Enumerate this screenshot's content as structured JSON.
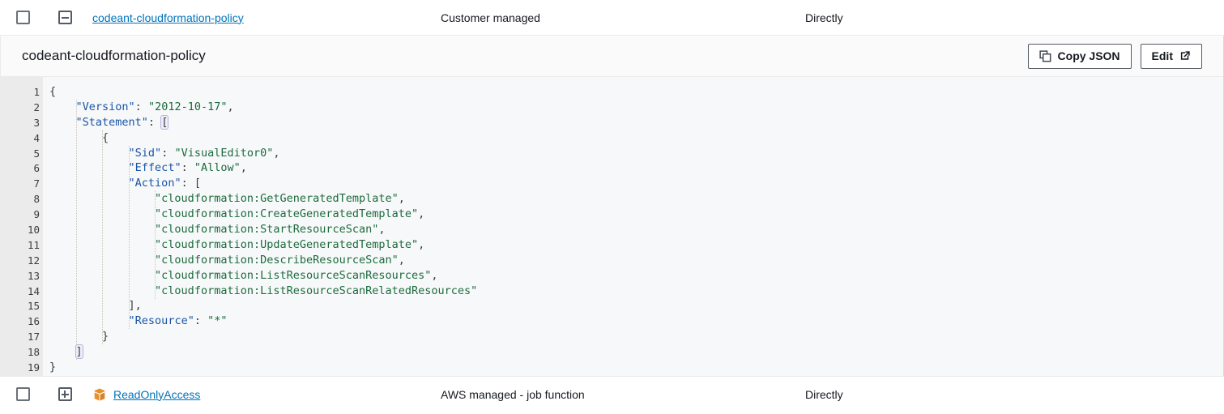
{
  "top_row": {
    "checkbox_checked": false,
    "toggle_icon": "collapse-minus-icon",
    "policy_name": "codeant-cloudformation-policy",
    "policy_type": "Customer managed",
    "attached_via": "Directly"
  },
  "detail": {
    "title": "codeant-cloudformation-policy",
    "copy_json_label": "Copy JSON",
    "copy_json_icon": "copy-icon",
    "edit_label": "Edit",
    "edit_icon": "external-link-icon"
  },
  "editor": {
    "line_numbers": [
      1,
      2,
      3,
      4,
      5,
      6,
      7,
      8,
      9,
      10,
      11,
      12,
      13,
      14,
      15,
      16,
      17,
      18,
      19
    ],
    "fold_lines": [
      1,
      3,
      4,
      7
    ],
    "lines": [
      {
        "n": 1,
        "indent": 0,
        "tokens": [
          {
            "t": "{",
            "c": "punc"
          }
        ],
        "bracket": false
      },
      {
        "n": 2,
        "indent": 1,
        "tokens": [
          {
            "t": "\"Version\"",
            "c": "key"
          },
          {
            "t": ": ",
            "c": "punc"
          },
          {
            "t": "\"2012-10-17\"",
            "c": "str"
          },
          {
            "t": ",",
            "c": "punc"
          }
        ],
        "bracket": false
      },
      {
        "n": 3,
        "indent": 1,
        "tokens": [
          {
            "t": "\"Statement\"",
            "c": "key"
          },
          {
            "t": ": ",
            "c": "punc"
          },
          {
            "t": "[",
            "c": "punc",
            "hl": true
          }
        ],
        "bracket": true
      },
      {
        "n": 4,
        "indent": 2,
        "tokens": [
          {
            "t": "{",
            "c": "punc"
          }
        ],
        "bracket": false
      },
      {
        "n": 5,
        "indent": 3,
        "tokens": [
          {
            "t": "\"Sid\"",
            "c": "key"
          },
          {
            "t": ": ",
            "c": "punc"
          },
          {
            "t": "\"VisualEditor0\"",
            "c": "str"
          },
          {
            "t": ",",
            "c": "punc"
          }
        ],
        "bracket": false
      },
      {
        "n": 6,
        "indent": 3,
        "tokens": [
          {
            "t": "\"Effect\"",
            "c": "key"
          },
          {
            "t": ": ",
            "c": "punc"
          },
          {
            "t": "\"Allow\"",
            "c": "str"
          },
          {
            "t": ",",
            "c": "punc"
          }
        ],
        "bracket": false
      },
      {
        "n": 7,
        "indent": 3,
        "tokens": [
          {
            "t": "\"Action\"",
            "c": "key"
          },
          {
            "t": ": ",
            "c": "punc"
          },
          {
            "t": "[",
            "c": "punc"
          }
        ],
        "bracket": false
      },
      {
        "n": 8,
        "indent": 4,
        "tokens": [
          {
            "t": "\"cloudformation:GetGeneratedTemplate\"",
            "c": "str"
          },
          {
            "t": ",",
            "c": "punc"
          }
        ],
        "bracket": false
      },
      {
        "n": 9,
        "indent": 4,
        "tokens": [
          {
            "t": "\"cloudformation:CreateGeneratedTemplate\"",
            "c": "str"
          },
          {
            "t": ",",
            "c": "punc"
          }
        ],
        "bracket": false
      },
      {
        "n": 10,
        "indent": 4,
        "tokens": [
          {
            "t": "\"cloudformation:StartResourceScan\"",
            "c": "str"
          },
          {
            "t": ",",
            "c": "punc"
          }
        ],
        "bracket": false
      },
      {
        "n": 11,
        "indent": 4,
        "tokens": [
          {
            "t": "\"cloudformation:UpdateGeneratedTemplate\"",
            "c": "str"
          },
          {
            "t": ",",
            "c": "punc"
          }
        ],
        "bracket": false
      },
      {
        "n": 12,
        "indent": 4,
        "tokens": [
          {
            "t": "\"cloudformation:DescribeResourceScan\"",
            "c": "str"
          },
          {
            "t": ",",
            "c": "punc"
          }
        ],
        "bracket": false
      },
      {
        "n": 13,
        "indent": 4,
        "tokens": [
          {
            "t": "\"cloudformation:ListResourceScanResources\"",
            "c": "str"
          },
          {
            "t": ",",
            "c": "punc"
          }
        ],
        "bracket": false
      },
      {
        "n": 14,
        "indent": 4,
        "tokens": [
          {
            "t": "\"cloudformation:ListResourceScanRelatedResources\"",
            "c": "str"
          }
        ],
        "bracket": false
      },
      {
        "n": 15,
        "indent": 3,
        "tokens": [
          {
            "t": "],",
            "c": "punc"
          }
        ],
        "bracket": false
      },
      {
        "n": 16,
        "indent": 3,
        "tokens": [
          {
            "t": "\"Resource\"",
            "c": "key"
          },
          {
            "t": ": ",
            "c": "punc"
          },
          {
            "t": "\"*\"",
            "c": "str"
          }
        ],
        "bracket": false
      },
      {
        "n": 17,
        "indent": 2,
        "tokens": [
          {
            "t": "}",
            "c": "punc"
          }
        ],
        "bracket": false
      },
      {
        "n": 18,
        "indent": 1,
        "tokens": [
          {
            "t": "]",
            "c": "punc",
            "hl": true
          }
        ],
        "bracket": true
      },
      {
        "n": 19,
        "indent": 0,
        "tokens": [
          {
            "t": "}",
            "c": "punc"
          }
        ],
        "bracket": false
      }
    ]
  },
  "bottom_row": {
    "checkbox_checked": false,
    "toggle_icon": "expand-plus-icon",
    "policy_icon": "aws-cube-icon",
    "policy_name": "ReadOnlyAccess",
    "policy_type": "AWS managed - job function",
    "attached_via": "Directly"
  },
  "colors": {
    "link": "#0073bb",
    "key": "#1a55a6",
    "string": "#1c6b3c",
    "aws_orange": "#e8902c",
    "gutter_bg": "#ebebeb",
    "code_bg": "#f7f8fa"
  }
}
